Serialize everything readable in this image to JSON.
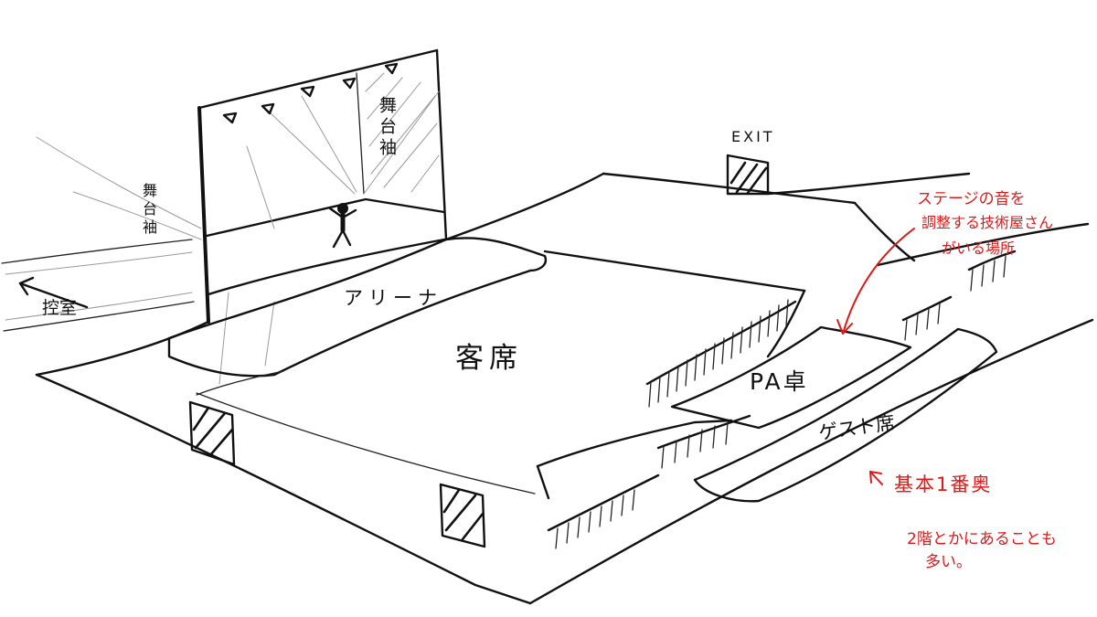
{
  "labels": {
    "stage_wing_inner": "舞台袖",
    "stage_wing_outer": "舞台袖",
    "green_room": "控室",
    "exit": "EXIT",
    "arena": "アリーナ",
    "audience": "客席",
    "pa_desk": "PA卓",
    "guest_seats": "ゲスト席"
  },
  "notes": {
    "pa_line1": "ステージの音を",
    "pa_line2": "調整する技術屋さん",
    "pa_line3": "がいる場所",
    "guest_line1": "基本1番奥",
    "guest_line2": "2階とかにあることも",
    "guest_line3": "多い。"
  },
  "colors": {
    "ink": "#111111",
    "note": "#e01818"
  }
}
